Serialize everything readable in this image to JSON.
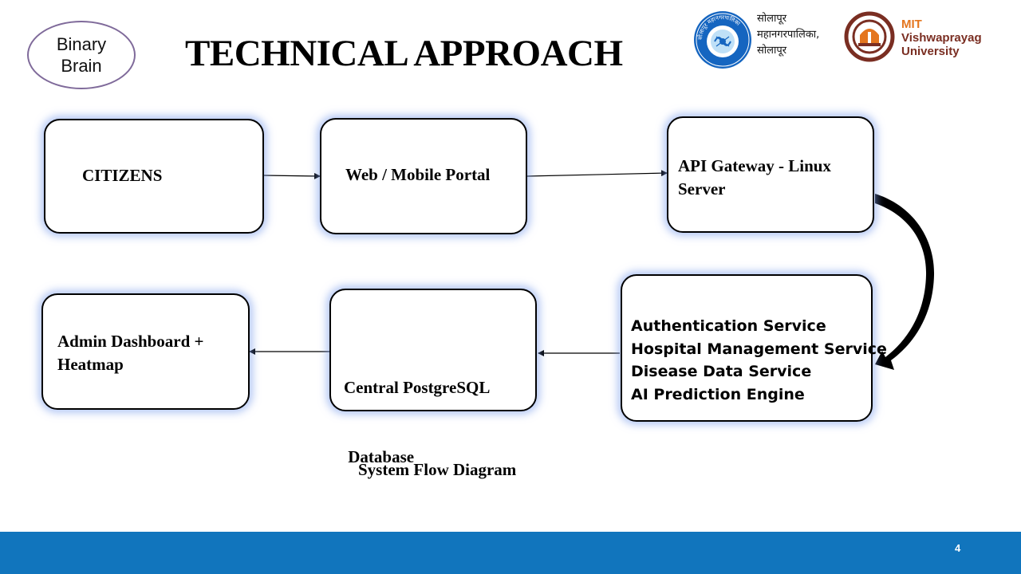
{
  "header": {
    "team_badge": [
      "Binary",
      "Brain"
    ],
    "title": "TECHNICAL APPROACH"
  },
  "logos": {
    "smc": {
      "lines": [
        "सोलापूर",
        "महानगरपालिका,",
        "सोलापूर"
      ],
      "seal_text": "सोलापूर महानगरपालिका",
      "color": "#1565c0"
    },
    "mit": {
      "tag": "MIT",
      "lines": [
        "Vishwaprayag",
        "University"
      ],
      "accent_color": "#e4761f",
      "brand_color": "#7a2e22"
    }
  },
  "diagram": {
    "nodes": {
      "citizens": [
        "CITIZENS"
      ],
      "portal": [
        "Web / Mobile Portal"
      ],
      "gateway": [
        "API Gateway - Linux",
        "Server"
      ],
      "services": [
        "Authentication Service",
        "Hospital Management Service",
        "Disease Data Service",
        "AI Prediction Engine"
      ],
      "database": [
        "Central PostgreSQL",
        " Database"
      ],
      "admin": [
        "Admin Dashboard +",
        "Heatmap"
      ]
    },
    "edges": [
      {
        "from": "citizens",
        "to": "portal"
      },
      {
        "from": "portal",
        "to": "gateway"
      },
      {
        "from": "gateway",
        "to": "services"
      },
      {
        "from": "services",
        "to": "database"
      },
      {
        "from": "database",
        "to": "admin"
      }
    ],
    "caption": "System Flow Diagram",
    "glow_color": "#789beb"
  },
  "footer": {
    "page_number": "4",
    "bar_color": "#1175bd"
  }
}
